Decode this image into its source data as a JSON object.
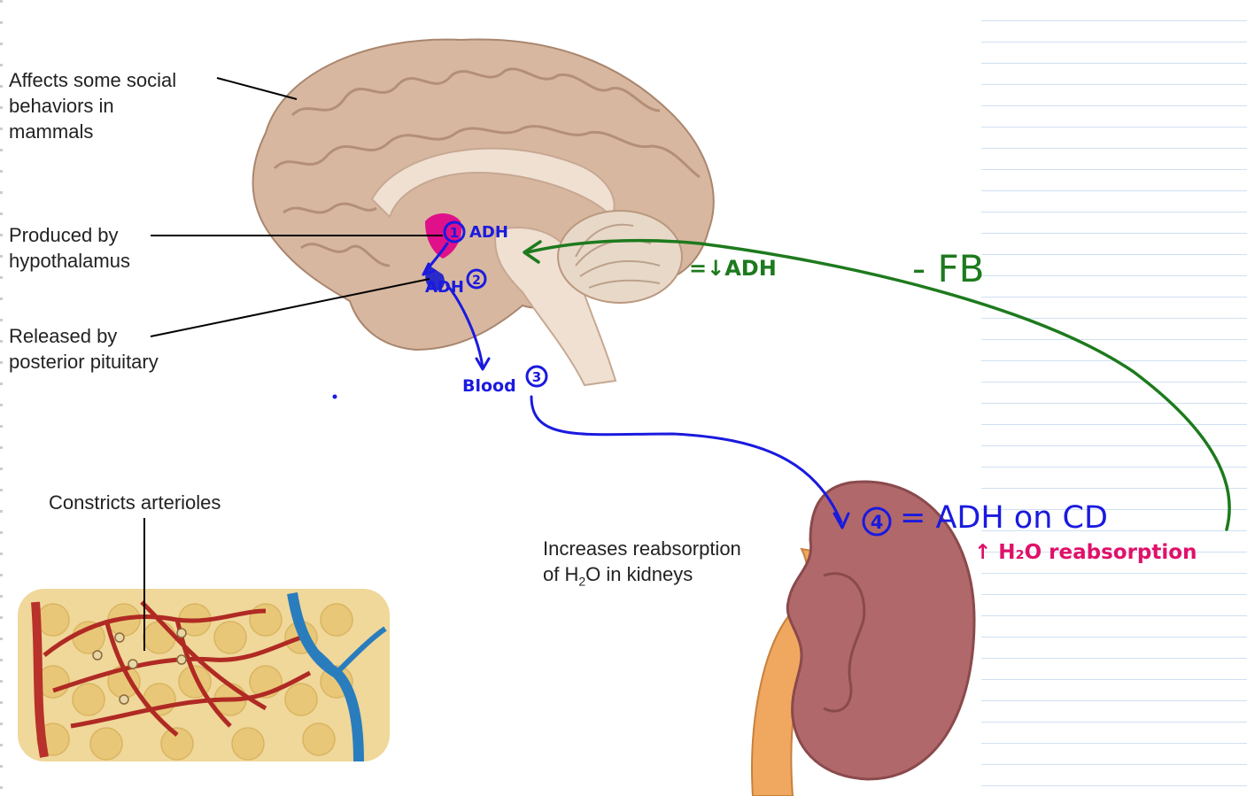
{
  "labels": {
    "social": [
      "Affects some social",
      "behaviors in",
      "mammals"
    ],
    "produced": [
      "Produced by",
      "hypothalamus"
    ],
    "released": [
      "Released by",
      "posterior pituitary"
    ],
    "arterioles": "Constricts arterioles",
    "kidney_line1": "Increases reabsorption",
    "kidney_line2_prefix": "of H",
    "kidney_line2_sub": "2",
    "kidney_line2_suffix": "O in kidneys"
  },
  "annotations": {
    "step1_num": "1",
    "step1_text": "ADH",
    "step2_text": "ADH",
    "step2_num": "2",
    "step3_text": "Blood",
    "step3_num": "3",
    "step4_num": "4",
    "step4_text": "= ADH on CD",
    "feedback_effect": "=↓ADH",
    "feedback_label": "- FB",
    "reabsorption": "↑ H₂O reabsorption"
  },
  "colors": {
    "blue_ink": "#1a1adf",
    "green_ink": "#1d7a1d",
    "magenta_ink": "#e0106a",
    "brain": "#d9b9a3",
    "kidney": "#b1686a"
  }
}
